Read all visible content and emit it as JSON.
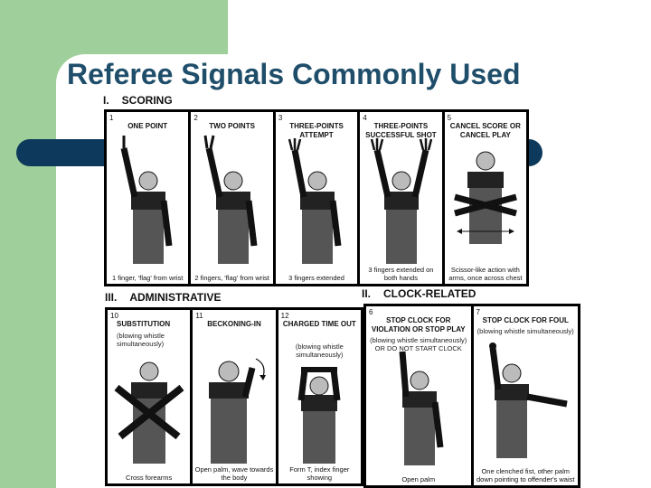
{
  "slide": {
    "title": "Referee Signals Commonly Used",
    "colors": {
      "green": "#9fcf9a",
      "navy_bar": "#0d3a5c",
      "title": "#1f4e6a"
    }
  },
  "sections": {
    "scoring": {
      "numeral": "I.",
      "heading": "SCORING",
      "panels": [
        {
          "num": "1",
          "title": "ONE POINT",
          "subtitle": "",
          "caption": "1 finger, 'flag' from wrist"
        },
        {
          "num": "2",
          "title": "TWO POINTS",
          "subtitle": "",
          "caption": "2 fingers, 'flag' from wrist"
        },
        {
          "num": "3",
          "title": "THREE-POINTS ATTEMPT",
          "subtitle": "",
          "caption": "3 fingers extended"
        },
        {
          "num": "4",
          "title": "THREE-POINTS SUCCESSFUL SHOT",
          "subtitle": "",
          "caption": "3 fingers extended on both hands"
        },
        {
          "num": "5",
          "title": "CANCEL SCORE OR CANCEL PLAY",
          "subtitle": "",
          "caption": "Scissor-like action with arms, once across chest"
        }
      ]
    },
    "administrative": {
      "numeral": "III.",
      "heading": "ADMINISTRATIVE",
      "panels": [
        {
          "num": "10",
          "title": "SUBSTITUTION",
          "subtitle": "(blowing whistle simultaneously)",
          "caption": "Cross forearms"
        },
        {
          "num": "11",
          "title": "BECKONING-IN",
          "subtitle": "",
          "caption": "Open palm, wave towards the body"
        },
        {
          "num": "12",
          "title": "CHARGED TIME OUT",
          "subtitle": "(blowing whistle simultaneously)",
          "caption": "Form T, index finger showing"
        }
      ]
    },
    "clock": {
      "numeral": "II.",
      "heading": "CLOCK-RELATED",
      "panels": [
        {
          "num": "6",
          "title": "STOP CLOCK FOR VIOLATION OR STOP PLAY",
          "subtitle": "(blowing whistle simultaneously) OR DO NOT START CLOCK",
          "caption": "Open palm"
        },
        {
          "num": "7",
          "title": "STOP CLOCK FOR FOUL",
          "subtitle": "(blowing whistle simultaneously)",
          "caption": "One clenched fist, other palm down pointing to offender's waist"
        }
      ]
    }
  }
}
